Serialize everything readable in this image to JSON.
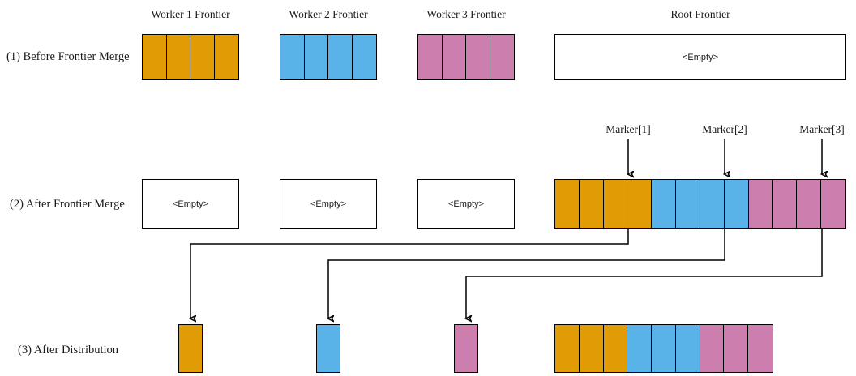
{
  "figure": {
    "colors": {
      "worker1": "#E09B05",
      "worker2": "#5AB3E8",
      "worker3": "#CC7FAE",
      "border": "#000000",
      "background": "#FFFFFF",
      "text": "#1A1A1A"
    },
    "column_titles": [
      {
        "id": "worker-1-frontier",
        "label": "Worker 1 Frontier"
      },
      {
        "id": "worker-2-frontier",
        "label": "Worker 2 Frontier"
      },
      {
        "id": "worker-3-frontier",
        "label": "Worker 3 Frontier"
      },
      {
        "id": "root-frontier",
        "label": "Root Frontier"
      }
    ],
    "row_labels": [
      {
        "id": "stage-1",
        "label": "(1) Before Frontier Merge"
      },
      {
        "id": "stage-2",
        "label": "(2) After Frontier Merge"
      },
      {
        "id": "stage-3",
        "label": "(3) After Distribution"
      }
    ],
    "markers": [
      {
        "id": "marker-1",
        "label": "Marker[1]",
        "points_to_cell_index": 3
      },
      {
        "id": "marker-2",
        "label": "Marker[2]",
        "points_to_cell_index": 7
      },
      {
        "id": "marker-3",
        "label": "Marker[3]",
        "points_to_cell_index": 11
      }
    ],
    "empty_placeholder": "<Empty>",
    "stage1": {
      "worker1": {
        "cell_count": 4,
        "color": "worker1"
      },
      "worker2": {
        "cell_count": 4,
        "color": "worker2"
      },
      "worker3": {
        "cell_count": 4,
        "color": "worker3"
      },
      "root": {
        "cell_count": 0,
        "text": "<Empty>"
      }
    },
    "stage2": {
      "worker1": {
        "cell_count": 0,
        "text": "<Empty>"
      },
      "worker2": {
        "cell_count": 0,
        "text": "<Empty>"
      },
      "worker3": {
        "cell_count": 0,
        "text": "<Empty>"
      },
      "root": {
        "cell_count": 12,
        "segments": [
          {
            "color": "worker1",
            "count": 4
          },
          {
            "color": "worker2",
            "count": 4
          },
          {
            "color": "worker3",
            "count": 4
          }
        ]
      }
    },
    "stage3": {
      "worker1": {
        "cell_count": 1,
        "color": "worker1"
      },
      "worker2": {
        "cell_count": 1,
        "color": "worker2"
      },
      "worker3": {
        "cell_count": 1,
        "color": "worker3"
      },
      "root": {
        "cell_count": 9,
        "segments": [
          {
            "color": "worker1",
            "count": 3
          },
          {
            "color": "worker2",
            "count": 3
          },
          {
            "color": "worker3",
            "count": 3
          }
        ]
      }
    }
  }
}
